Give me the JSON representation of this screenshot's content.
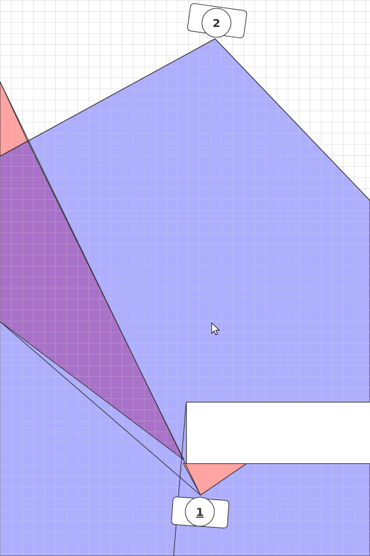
{
  "scene": {
    "grid": true,
    "colors": {
      "grid_line": "#d6d6d6",
      "blue_region": "#aaaaff",
      "red_region": "#ffa3a3",
      "overlap_region": "#a96cc2",
      "outline": "#333333",
      "panel_fill": "#ffffff",
      "badge_fill": "#ffffff"
    }
  },
  "nodes": [
    {
      "id": "node-1",
      "label": "1",
      "underlined": true
    },
    {
      "id": "node-2",
      "label": "2",
      "underlined": false
    }
  ],
  "cursor": {
    "icon": "arrow-cursor-icon"
  }
}
